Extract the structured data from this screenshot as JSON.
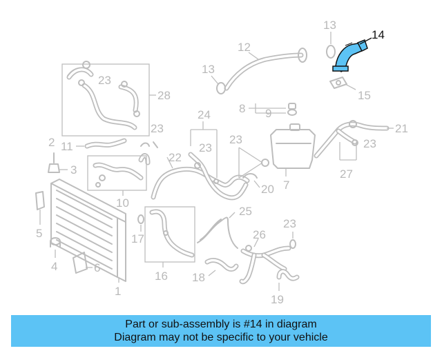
{
  "callouts": {
    "c1": "1",
    "c2": "2",
    "c3": "3",
    "c4": "4",
    "c5": "5",
    "c6": "6",
    "c7": "7",
    "c8": "8",
    "c9": "9",
    "c10": "10",
    "c11": "11",
    "c12": "12",
    "c13a": "13",
    "c13b": "13",
    "c14": "14",
    "c15": "15",
    "c16": "16",
    "c17": "17",
    "c18": "18",
    "c19": "19",
    "c20": "20",
    "c21": "21",
    "c22": "22",
    "c23a": "23",
    "c23b": "23",
    "c23c": "23",
    "c23d": "23",
    "c23e": "23",
    "c23f": "23",
    "c24": "24",
    "c25": "25",
    "c26": "26",
    "c27": "27",
    "c28": "28"
  },
  "highlighted_part": "14",
  "colors": {
    "highlight": "#5cc3f5",
    "parts": "#bdbdbd",
    "banner": "#5cc3f5"
  },
  "banner": {
    "line1": "Part or sub-assembly is #14 in diagram",
    "line2": "Diagram may not be specific to your vehicle"
  }
}
